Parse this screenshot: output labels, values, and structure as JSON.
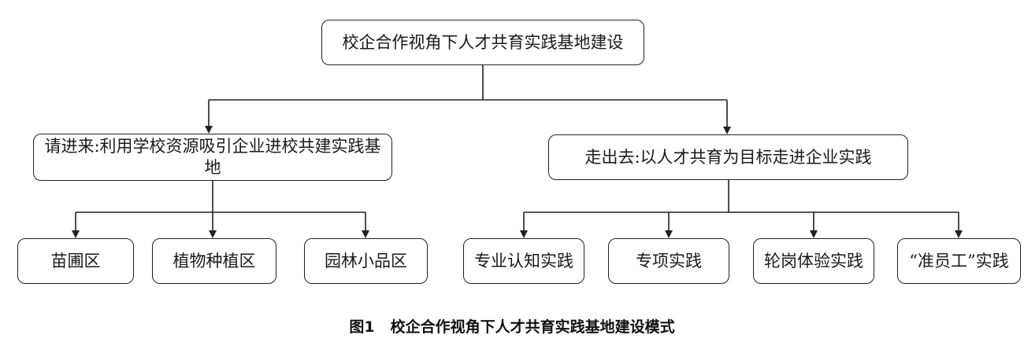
{
  "root": {
    "label": "校企合作视角下人才共育实践基地建设"
  },
  "branches": [
    {
      "label": "请进来:利用学校资源吸引企业进校共建实践基地",
      "children": [
        "苗圃区",
        "植物种植区",
        "园林小品区"
      ]
    },
    {
      "label": "走出去:以人才共育为目标走进企业实践",
      "children": [
        "专业认知实践",
        "专项实践",
        "轮岗体验实践",
        "“准员工”实践"
      ]
    }
  ],
  "caption": {
    "figure_number": "图1",
    "title": "校企合作视角下人才共育实践基地建设模式"
  }
}
